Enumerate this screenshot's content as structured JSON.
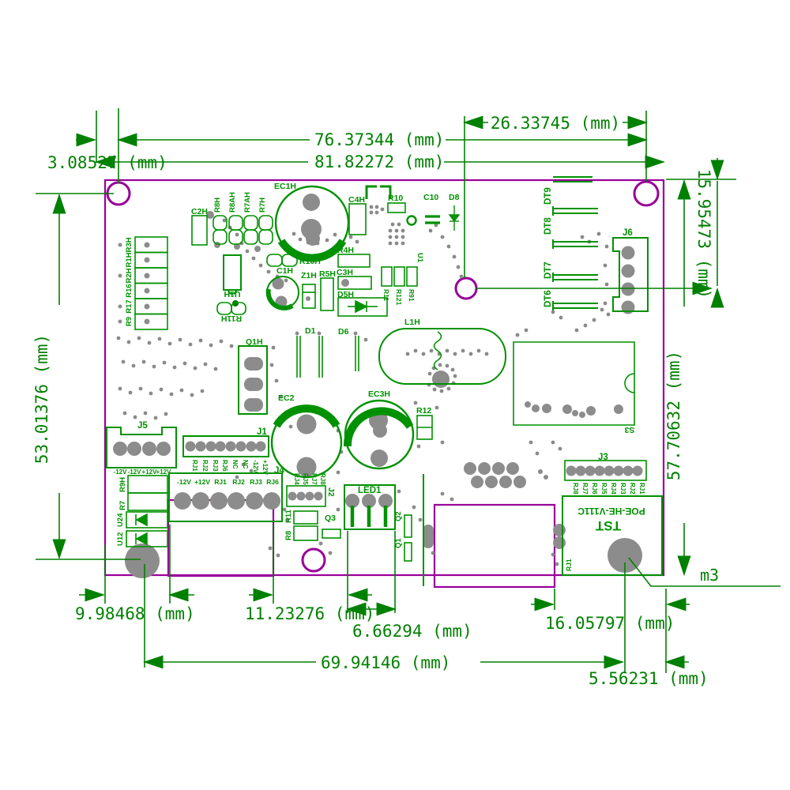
{
  "drawing_type": "pcb-dimension-drawing",
  "colors": {
    "background": "#ffffff",
    "board_outline": "#990099",
    "silkscreen": "#009100",
    "dimension": "#008000",
    "pad": "#8c8c8c",
    "dark_green_fill": "#007a00"
  },
  "dimensions": {
    "d3": "3.08527 (mm)",
    "d76": "76.37344 (mm)",
    "d81": "81.82272 (mm)",
    "d26": "26.33745 (mm)",
    "d15": "15.95473 (mm)",
    "d53": "53.01376 (mm)",
    "d57": "57.70632 (mm)",
    "d9": "9.98468 (mm)",
    "d11": "11.23276 (mm)",
    "d6": "6.66294 (mm)",
    "d16": "16.05797 (mm)",
    "d69": "69.94146 (mm)",
    "d5": "5.56231 (mm)",
    "m3": "m3"
  },
  "components": {
    "ec1h": "EC1H",
    "c2h": "C2H",
    "c4h": "C4H",
    "r10": "R10",
    "c10": "C10",
    "d8": "D8",
    "r10h": "R10H",
    "r4h": "R4H",
    "u1h": "U1H",
    "r11h": "R11H",
    "c1h": "C1H",
    "z1h": "Z1H",
    "r5h": "R5H",
    "c3h": "C3H",
    "d5h": "D5H",
    "r11a": "R11",
    "r121": "R121",
    "r91": "R91",
    "u1": "U1",
    "q1h": "Q1H",
    "d1": "D1",
    "d6": "D6",
    "l1h": "L1H",
    "ec2": "EC2",
    "ec3h": "EC3H",
    "r12": "R12",
    "s3": "S3",
    "j6": "J6",
    "j5": "J5",
    "j1": "J1",
    "j4": "J4",
    "j2": "J2",
    "j3": "J3",
    "led1": "LED1",
    "q3": "Q3",
    "q2": "Q2",
    "q1": "Q1",
    "r11b": "R11",
    "r8": "R8",
    "r7": "R7",
    "r9h": "R9H",
    "u24": "U24",
    "u12": "U12",
    "rj1": "RJ1",
    "poe": "POE-HE-V111C",
    "tst": "TST"
  },
  "resistor_bank_left": [
    "R3H",
    "R1H",
    "R2H",
    "R16",
    "R17",
    "R9"
  ],
  "resistor_group_top": [
    "R8H",
    "R8AH",
    "R7AH",
    "R7H"
  ],
  "dt_labels": [
    "DT9",
    "DT8",
    "DT7",
    "DT6"
  ],
  "connector_pins": {
    "j5": [
      "-12V",
      "-12V",
      "+12V",
      "+12V"
    ],
    "j1": [
      "RJ1",
      "RJ2",
      "RJ3",
      "RJ6",
      "NC",
      "NC",
      "-12V",
      "+12V"
    ],
    "j4": [
      "-12V",
      "+12V",
      "RJ1",
      "RJ2",
      "RJ3",
      "RJ6"
    ],
    "j2": [
      "RJ4",
      "RJ5",
      "RJ7",
      "RJ8"
    ],
    "j3": [
      "RJ8",
      "RJ7",
      "RJ6",
      "RJ5",
      "RJ4",
      "RJ3",
      "RJ2",
      "RJ1"
    ]
  }
}
